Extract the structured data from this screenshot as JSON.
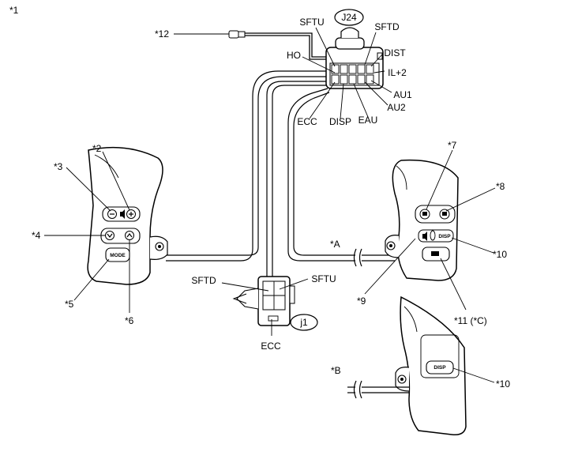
{
  "figure_ref": "*1",
  "connectors": {
    "j24": "J24",
    "j1": "j1"
  },
  "pins_j24": {
    "sftu": "SFTU",
    "sftd": "SFTD",
    "dist": "DIST",
    "ho": "HO",
    "il2": "IL+2",
    "au1": "AU1",
    "au2": "AU2",
    "ecc": "ECC",
    "disp": "DISP",
    "eau": "EAU"
  },
  "pins_j1": {
    "sftd": "SFTD",
    "sftu": "SFTU",
    "ecc": "ECC"
  },
  "callouts": {
    "c2": "*2",
    "c3": "*3",
    "c4": "*4",
    "c5": "*5",
    "c6": "*6",
    "c7": "*7",
    "c8": "*8",
    "c9": "*9",
    "c10a": "*10",
    "c10b": "*10",
    "c11": "*11 (*C)",
    "c12": "*12",
    "ca": "*A",
    "cb": "*B"
  },
  "buttons": {
    "mode": "MODE",
    "disp_right": "DISP",
    "disp_lower": "DISP"
  }
}
